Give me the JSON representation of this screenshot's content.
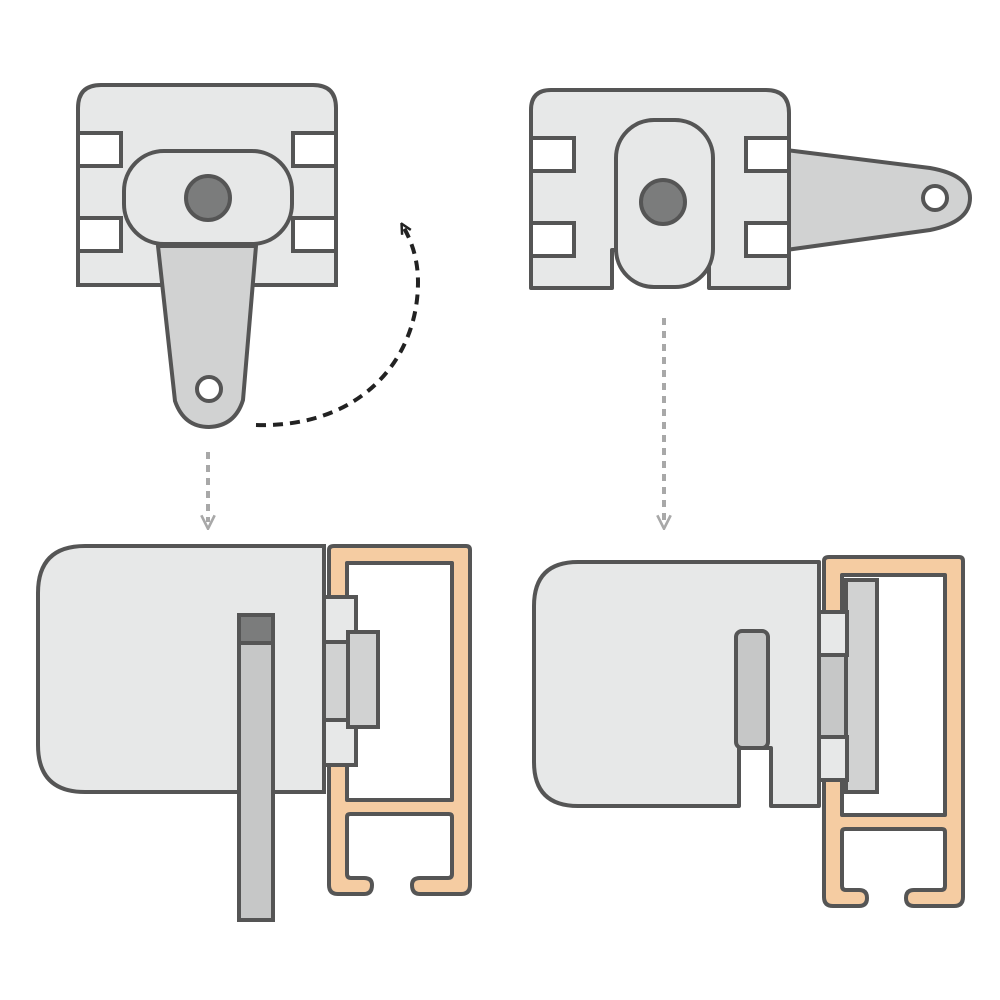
{
  "diagram": {
    "panels": [
      {
        "id": "top-left",
        "part": "carrier-folded-arm"
      },
      {
        "id": "top-right",
        "part": "carrier-side-arm"
      },
      {
        "id": "bottom-left",
        "part": "carrier-in-track-arm-down"
      },
      {
        "id": "bottom-right",
        "part": "carrier-in-track-slot"
      }
    ],
    "arrows": [
      {
        "id": "rotate-arrow",
        "style": "dashed-curved"
      },
      {
        "id": "down-arrow-left",
        "style": "dotted-straight"
      },
      {
        "id": "down-arrow-right",
        "style": "dotted-straight"
      }
    ],
    "colors": {
      "body_fill": "#e7e8e8",
      "outline": "#555555",
      "arm_fill": "#d1d2d2",
      "pin_fill": "#7b7c7c",
      "rod_fill": "#c6c7c7",
      "rod_cap": "#7b7c7c",
      "track_fill": "#f5cca2",
      "arrow_curved": "#222222",
      "arrow_dotted": "#a8a8a8"
    }
  }
}
